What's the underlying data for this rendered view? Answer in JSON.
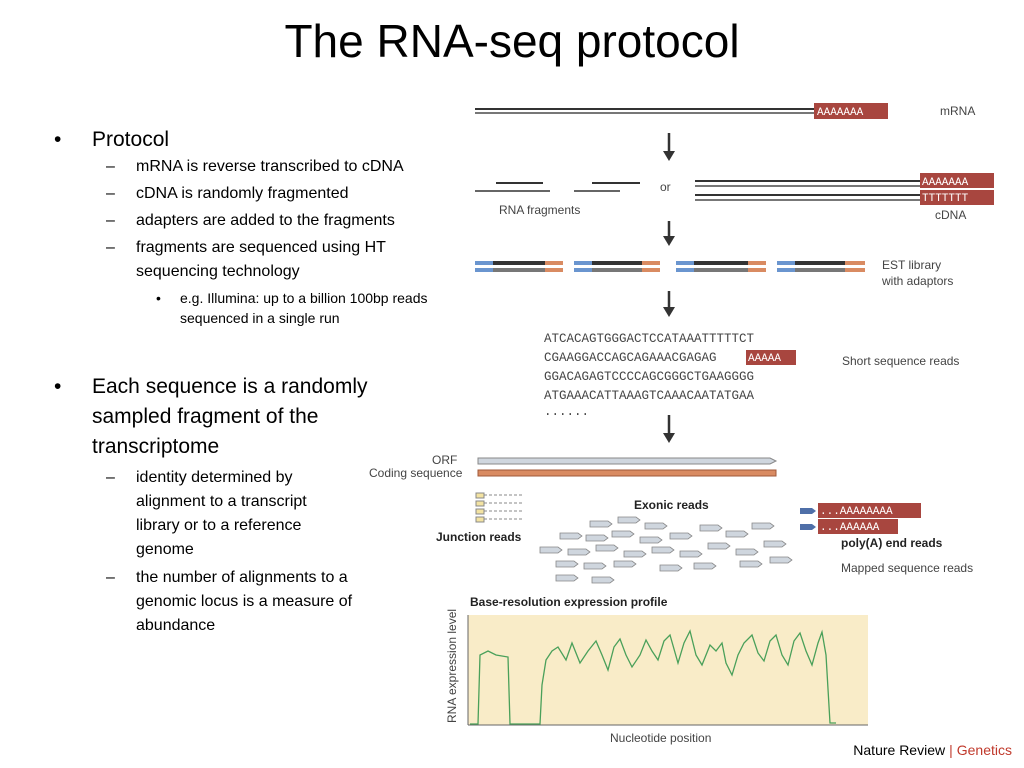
{
  "title": "The RNA-seq protocol",
  "bullets": {
    "protocol": "Protocol",
    "steps": [
      "mRNA is reverse transcribed to cDNA",
      "cDNA is randomly fragmented",
      "adapters are added to the fragments",
      "fragments are sequenced using HT sequencing technology"
    ],
    "example": "e.g. Illumina: up to a billion 100bp reads sequenced in a single run",
    "random": "Each sequence is a randomly sampled fragment of the transcriptome",
    "random_subs": [
      "identity determined by alignment to a transcript library or to a reference genome",
      "the number of alignments to a genomic locus is a measure of abundance"
    ]
  },
  "figure": {
    "mrna": "mRNA",
    "polyA": "AAAAAAA",
    "or": "or",
    "polyT": "TTTTTTT",
    "rna_fragments": "RNA fragments",
    "cdna": "cDNA",
    "est_library_1": "EST library",
    "est_library_2": "with adaptors",
    "seq_1": "ATCACAGTGGGACTCCATAAATTTTTCT",
    "seq_2": "CGAAGGACCAGCAGAAACGAGAG",
    "seq_2_tail": "AAAAA",
    "seq_3": "GGACAGAGTCCCCAGCGGGCTGAAGGGG",
    "seq_4": "ATGAAACATTAAAGTCAAACAATATGAA",
    "seq_dots": "......",
    "short_reads": "Short sequence reads",
    "orf": "ORF",
    "coding_sequence": "Coding sequence",
    "exonic_reads": "Exonic reads",
    "junction_reads": "Junction reads",
    "polya_read_1": "...AAAAAAAA",
    "polya_read_2": "...AAAAAA",
    "polya_end_reads": "poly(A) end reads",
    "mapped_reads": "Mapped sequence reads",
    "profile_title": "Base-resolution expression profile",
    "y_axis": "RNA expression level",
    "x_axis": "Nucleotide position"
  },
  "caption": {
    "source": "Nature Review",
    "separator": "|",
    "journal": "Genetics"
  },
  "colors": {
    "polyA_box": "#a8463f",
    "adaptor_blue": "#6a95cf",
    "adaptor_orange": "#d98b62",
    "profile_bg": "#f9ecc8",
    "profile_line": "#4aa05a",
    "caption_accent": "#c0392b"
  }
}
